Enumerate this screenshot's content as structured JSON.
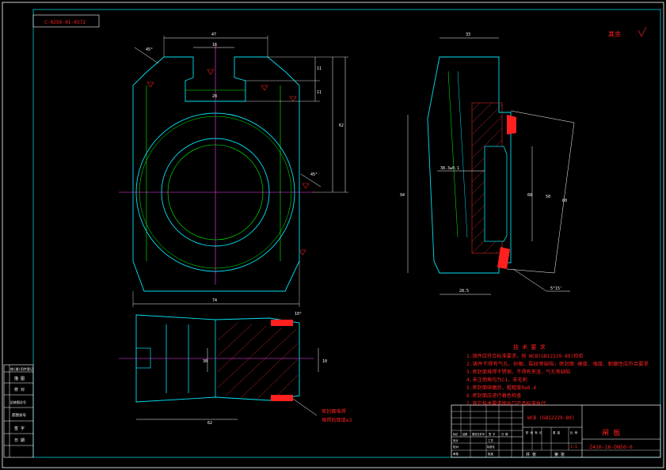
{
  "drawing": {
    "code_box": "C-0256-01-0372",
    "corner_mark": "其余",
    "title": "闸 板",
    "drawing_number": "Z41H-16-DN50-6",
    "material": "WCB (GB12229-89)",
    "scale": "1:1",
    "tech_requirements": {
      "heading": "技 术 要 求",
      "items": [
        "1.铸件应符合标准要求，按 WCB(GB12229-89)检验",
        "2.铸件不得有气孔、砂眼、裂纹等缺陷，密封面 硬度、强度、耐磨性应符合要求",
        "3.密封面堆焊不锈钢，不得有夹渣，气孔等缺陷",
        "4.未注倒角均为C1，去毛刺",
        "5.密封面研磨后，粗糙度Ra0.4",
        "6.密封面应进行着色检查",
        "7.其它技术要求按出口产品标准执行"
      ]
    },
    "weld_note": [
      "密封面堆焊",
      "堆焊后厚度≥3"
    ],
    "dimensions": {
      "top_width": "47",
      "slot_width": "16",
      "chamfer_angle_left": "45°",
      "slot_height_1": "11",
      "slot_height_2": "11",
      "slot_center": "28",
      "overall_height": "62",
      "right_angle": "45°",
      "overall_width": "74",
      "side_top": "33",
      "side_height": "94",
      "side_inner": "68",
      "side_taper": "38.3±0.1",
      "side_right_inner": "50",
      "side_right_outer": "80",
      "side_bottom": "28.5",
      "side_angle": "5°15'",
      "bottom_angle": "10°",
      "bottom_h1": "30",
      "bottom_h2": "10",
      "bottom_len": "62"
    },
    "title_block": {
      "left_rows": [
        "借(通)用件登记",
        "描 图",
        "校 对",
        "旧底图总号",
        "底图总号",
        "签 字",
        "日 期"
      ],
      "bottom_rows": [
        "标记",
        "处数",
        "更改文件号",
        "签 字",
        "日 期",
        "设计",
        "校对",
        "审核",
        "工艺",
        "标准化",
        "批准"
      ],
      "right_labels": [
        "阶 段 标 记",
        "重 量",
        "比 例",
        "共 张",
        "第 张"
      ]
    }
  }
}
